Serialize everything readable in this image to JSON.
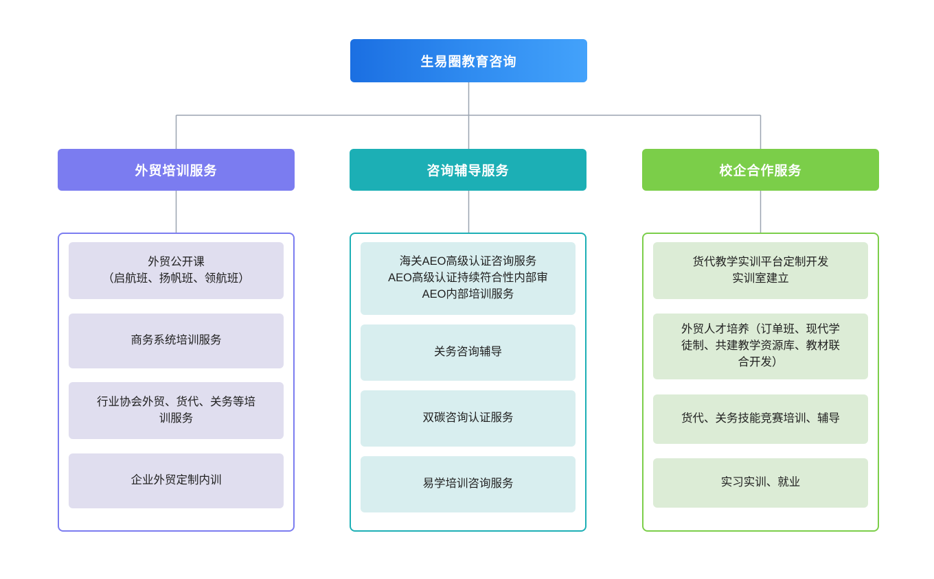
{
  "root": {
    "label": "生易圈教育咨询",
    "gradient_from": "#1b6fe2",
    "gradient_to": "#43a2fb"
  },
  "connector": {
    "color": "#9aa4b0"
  },
  "columns": [
    {
      "id": "waimao-peixun",
      "header": "外贸培训服务",
      "header_color": "#7b7cf0",
      "border_color": "#7b7cf0",
      "item_bg": "#e0deef",
      "items": [
        {
          "text": "外贸公开课\n（启航班、扬帆班、领航班）",
          "lines": 2
        },
        {
          "text": "商务系统培训服务",
          "lines": 1
        },
        {
          "text": "行业协会外贸、货代、关务等培\n训服务",
          "lines": 2
        },
        {
          "text": "企业外贸定制内训",
          "lines": 1
        }
      ]
    },
    {
      "id": "zixun-fudao",
      "header": "咨询辅导服务",
      "header_color": "#1cafb5",
      "border_color": "#1cafb5",
      "item_bg": "#d8eeef",
      "items": [
        {
          "text": "海关AEO高级认证咨询服务\nAEO高级认证持续符合性内部审\nAEO内部培训服务",
          "lines": 3
        },
        {
          "text": "关务咨询辅导",
          "lines": 1
        },
        {
          "text": "双碳咨询认证服务",
          "lines": 1
        },
        {
          "text": "易学培训咨询服务",
          "lines": 1
        }
      ]
    },
    {
      "id": "xiaoqi-hezuo",
      "header": "校企合作服务",
      "header_color": "#7bce49",
      "border_color": "#7bce49",
      "item_bg": "#dcecd6",
      "items": [
        {
          "text": "货代教学实训平台定制开发\n实训室建立",
          "lines": 2
        },
        {
          "text": "外贸人才培养（订单班、现代学\n徒制、共建教学资源库、教材联\n合开发）",
          "lines": 3
        },
        {
          "text": "货代、关务技能竞赛培训、辅导",
          "lines": 1
        },
        {
          "text": "实习实训、就业",
          "lines": 1
        }
      ]
    }
  ]
}
